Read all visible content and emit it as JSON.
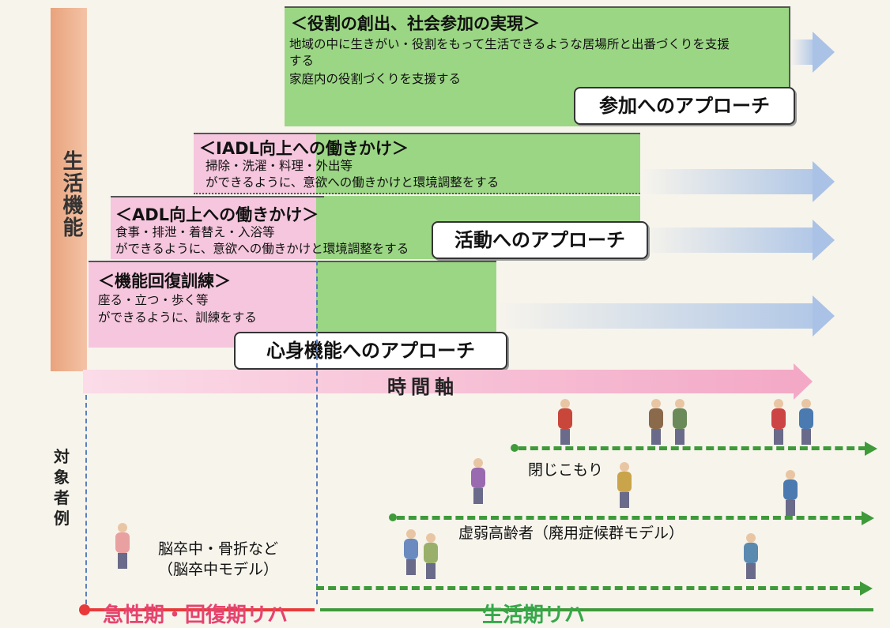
{
  "axis": {
    "label": "生活機能"
  },
  "levels": [
    {
      "key": "participation",
      "title": "＜役割の創出、社会参加の実現＞",
      "lines": [
        "地域の中に生きがい・役割をもって生活できるような居場所と出番づくりを支援",
        "する",
        "家庭内の役割づくりを支援する"
      ],
      "tag": "参加へのアプローチ"
    },
    {
      "key": "iadl",
      "title": "＜IADL向上への働きかけ＞",
      "lines": [
        "掃除・洗濯・料理・外出等",
        "ができるように、意欲への働きかけと環境調整をする"
      ]
    },
    {
      "key": "adl",
      "title": "＜ADL向上への働きかけ＞",
      "lines": [
        "食事・排泄・着替え・入浴等",
        "ができるように、意欲への働きかけと環境調整をする"
      ],
      "tag": "活動へのアプローチ"
    },
    {
      "key": "function",
      "title": "＜機能回復訓練＞",
      "lines": [
        "座る・立つ・歩く等",
        "ができるように、訓練をする"
      ],
      "tag": "心身機能へのアプローチ"
    }
  ],
  "time_axis": {
    "label": "時間軸"
  },
  "targets": {
    "label": "対象者例",
    "items": [
      {
        "key": "withdrawn",
        "label": "閉じこもり"
      },
      {
        "key": "frail",
        "label": "虚弱高齢者（廃用症候群モデル）"
      },
      {
        "key": "stroke",
        "label": "脳卒中・骨折など\n（脳卒中モデル）"
      }
    ]
  },
  "phases": {
    "acute": "急性期・回復期リハ",
    "chronic": "生活期リハ"
  },
  "colors": {
    "pink": "#f5c6dd",
    "green": "#9bd684",
    "axis": "#e9a37c",
    "arrow": "#a9c2e6",
    "acute": "#e6436f",
    "chronic": "#35a84a"
  }
}
